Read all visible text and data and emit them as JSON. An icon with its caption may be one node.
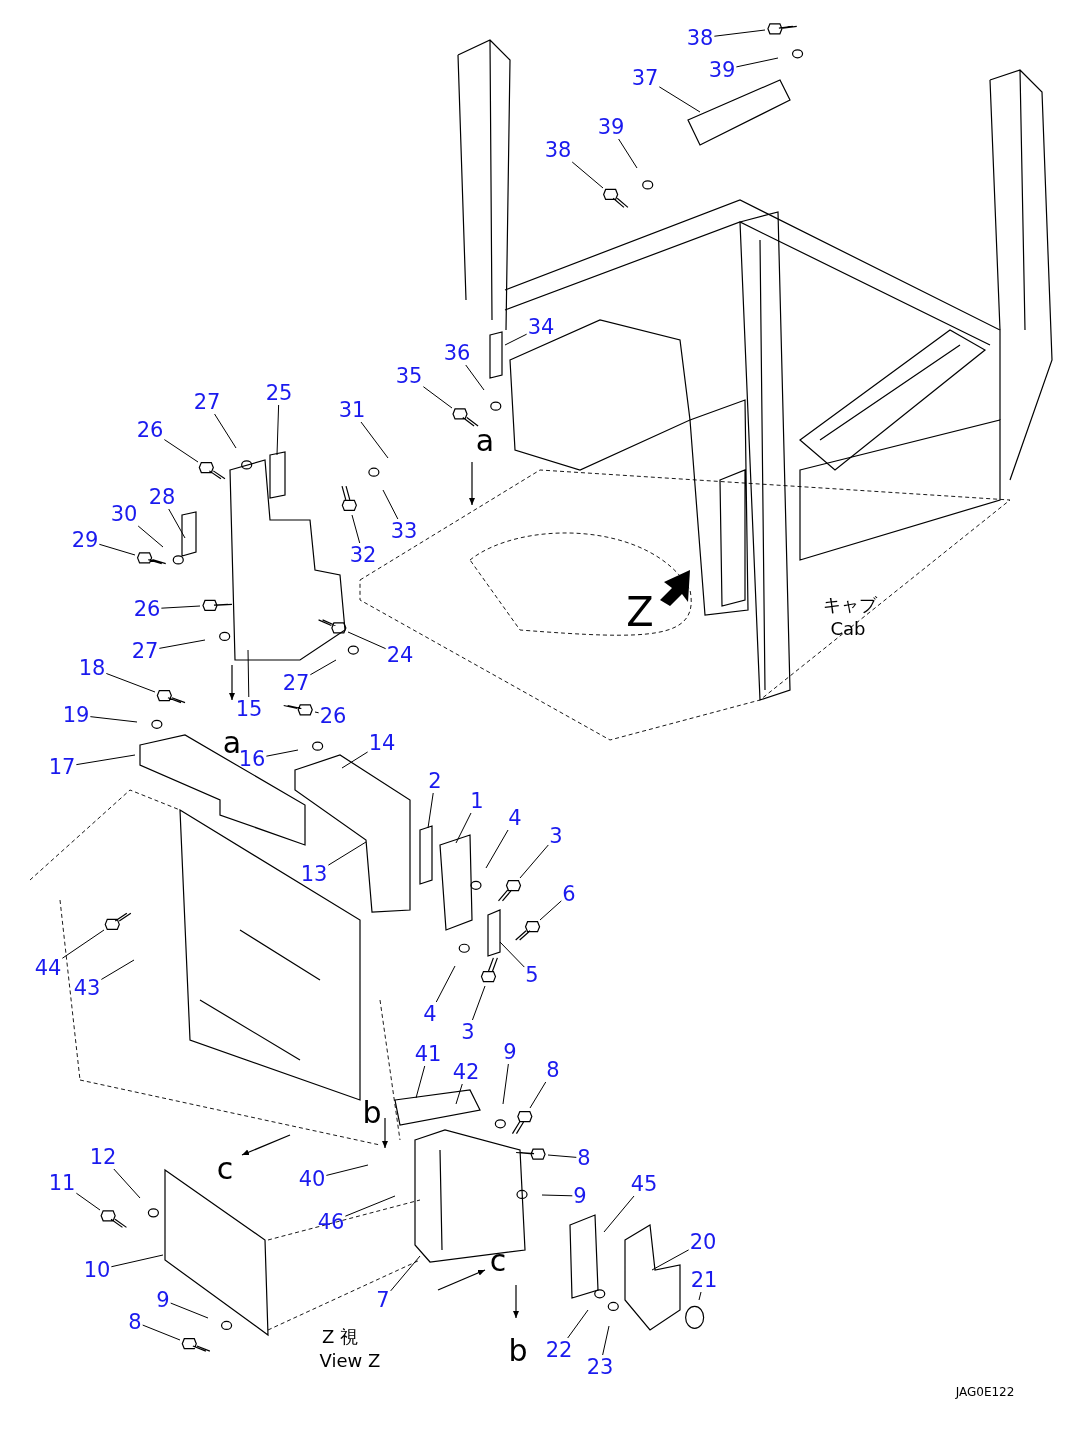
{
  "diagram": {
    "nodes": [
      {
        "text": [
          "38"
        ]
      },
      {
        "text": [
          "39"
        ]
      },
      {
        "text": [
          "37"
        ]
      },
      {
        "text": [
          "39"
        ]
      },
      {
        "text": [
          "38"
        ]
      },
      {
        "text": [
          "34"
        ]
      },
      {
        "text": [
          "36"
        ]
      },
      {
        "text": [
          "35"
        ]
      },
      {
        "text": [
          "25"
        ]
      },
      {
        "text": [
          "27"
        ]
      },
      {
        "text": [
          "31"
        ]
      },
      {
        "text": [
          "26"
        ]
      },
      {
        "text": [
          "28"
        ]
      },
      {
        "text": [
          "30"
        ]
      },
      {
        "text": [
          "33"
        ]
      },
      {
        "text": [
          "29"
        ]
      },
      {
        "text": [
          "32"
        ]
      },
      {
        "text": [
          "26"
        ]
      },
      {
        "text": [
          "27"
        ]
      },
      {
        "text": [
          "24"
        ]
      },
      {
        "text": [
          "18"
        ]
      },
      {
        "text": [
          "27"
        ]
      },
      {
        "text": [
          "15"
        ]
      },
      {
        "text": [
          "19"
        ]
      },
      {
        "text": [
          "26"
        ]
      },
      {
        "text": [
          "14"
        ]
      },
      {
        "text": [
          "16"
        ]
      },
      {
        "text": [
          "17"
        ]
      },
      {
        "text": [
          "2"
        ]
      },
      {
        "text": [
          "1"
        ]
      },
      {
        "text": [
          "4"
        ]
      },
      {
        "text": [
          "3"
        ]
      },
      {
        "text": [
          "13"
        ]
      },
      {
        "text": [
          "6"
        ]
      },
      {
        "text": [
          "44"
        ]
      },
      {
        "text": [
          "5"
        ]
      },
      {
        "text": [
          "43"
        ]
      },
      {
        "text": [
          "4"
        ]
      },
      {
        "text": [
          "3"
        ]
      },
      {
        "text": [
          "9"
        ]
      },
      {
        "text": [
          "41"
        ]
      },
      {
        "text": [
          "8"
        ]
      },
      {
        "text": [
          "42"
        ]
      },
      {
        "text": [
          "12"
        ]
      },
      {
        "text": [
          "8"
        ]
      },
      {
        "text": [
          "40"
        ]
      },
      {
        "text": [
          "11"
        ]
      },
      {
        "text": [
          "45"
        ]
      },
      {
        "text": [
          "9"
        ]
      },
      {
        "text": [
          "46"
        ]
      },
      {
        "text": [
          "20"
        ]
      },
      {
        "text": [
          "10"
        ]
      },
      {
        "text": [
          "21"
        ]
      },
      {
        "text": [
          "7"
        ]
      },
      {
        "text": [
          "9"
        ]
      },
      {
        "text": [
          "8"
        ]
      },
      {
        "text": [
          "22"
        ]
      },
      {
        "text": [
          "23"
        ]
      }
    ],
    "edges": [
      {
        "from": 0,
        "to": null,
        "arrow": "none"
      },
      {
        "from": 1,
        "to": null,
        "arrow": "none"
      },
      {
        "from": 2,
        "to": null,
        "arrow": "none"
      },
      {
        "from": 3,
        "to": null,
        "arrow": "none"
      },
      {
        "from": 4,
        "to": null,
        "arrow": "none"
      },
      {
        "from": 5,
        "to": null,
        "arrow": "none"
      },
      {
        "from": 6,
        "to": null,
        "arrow": "none"
      },
      {
        "from": 7,
        "to": null,
        "arrow": "none"
      },
      {
        "from": 8,
        "to": null,
        "arrow": "none"
      },
      {
        "from": 9,
        "to": null,
        "arrow": "none"
      },
      {
        "from": 10,
        "to": null,
        "arrow": "none"
      },
      {
        "from": 11,
        "to": null,
        "arrow": "none"
      },
      {
        "from": 12,
        "to": null,
        "arrow": "none"
      },
      {
        "from": 13,
        "to": null,
        "arrow": "none"
      },
      {
        "from": 14,
        "to": null,
        "arrow": "none"
      },
      {
        "from": 15,
        "to": null,
        "arrow": "none"
      },
      {
        "from": 16,
        "to": null,
        "arrow": "none"
      },
      {
        "from": 17,
        "to": null,
        "arrow": "none"
      },
      {
        "from": 18,
        "to": null,
        "arrow": "none"
      },
      {
        "from": 19,
        "to": null,
        "arrow": "none"
      },
      {
        "from": 20,
        "to": null,
        "arrow": "none"
      },
      {
        "from": 21,
        "to": null,
        "arrow": "none"
      },
      {
        "from": 22,
        "to": null,
        "arrow": "none"
      },
      {
        "from": 23,
        "to": null,
        "arrow": "none"
      },
      {
        "from": 24,
        "to": null,
        "arrow": "none"
      },
      {
        "from": 25,
        "to": null,
        "arrow": "none"
      },
      {
        "from": 26,
        "to": null,
        "arrow": "none"
      },
      {
        "from": 27,
        "to": null,
        "arrow": "none"
      },
      {
        "from": 28,
        "to": null,
        "arrow": "none"
      },
      {
        "from": 29,
        "to": null,
        "arrow": "none"
      },
      {
        "from": 30,
        "to": null,
        "arrow": "none"
      },
      {
        "from": 31,
        "to": null,
        "arrow": "none"
      },
      {
        "from": 32,
        "to": null,
        "arrow": "none"
      },
      {
        "from": 33,
        "to": null,
        "arrow": "none"
      },
      {
        "from": 34,
        "to": null,
        "arrow": "none"
      },
      {
        "from": 35,
        "to": null,
        "arrow": "none"
      },
      {
        "from": 36,
        "to": null,
        "arrow": "none"
      },
      {
        "from": 37,
        "to": null,
        "arrow": "none"
      },
      {
        "from": 38,
        "to": null,
        "arrow": "none"
      },
      {
        "from": 39,
        "to": null,
        "arrow": "none"
      },
      {
        "from": 40,
        "to": null,
        "arrow": "none"
      },
      {
        "from": 41,
        "to": null,
        "arrow": "none"
      },
      {
        "from": 42,
        "to": null,
        "arrow": "none"
      },
      {
        "from": 43,
        "to": null,
        "arrow": "none"
      },
      {
        "from": 44,
        "to": null,
        "arrow": "none"
      },
      {
        "from": 45,
        "to": null,
        "arrow": "none"
      },
      {
        "from": 46,
        "to": null,
        "arrow": "none"
      },
      {
        "from": 47,
        "to": null,
        "arrow": "none"
      },
      {
        "from": 48,
        "to": null,
        "arrow": "none"
      },
      {
        "from": 49,
        "to": null,
        "arrow": "none"
      },
      {
        "from": 50,
        "to": null,
        "arrow": "none"
      },
      {
        "from": 51,
        "to": null,
        "arrow": "none"
      },
      {
        "from": 52,
        "to": null,
        "arrow": "none"
      },
      {
        "from": 53,
        "to": null,
        "arrow": "none"
      },
      {
        "from": 54,
        "to": null,
        "arrow": "none"
      },
      {
        "from": 55,
        "to": null,
        "arrow": "none"
      },
      {
        "from": 56,
        "to": null,
        "arrow": "none"
      },
      {
        "from": 57,
        "to": null,
        "arrow": "none"
      }
    ],
    "labels": [
      "a",
      "Z",
      "キャブ",
      "Cab",
      "a",
      "b",
      "c",
      "c",
      "b",
      "Z 視",
      "View Z",
      "JAG0E122"
    ]
  }
}
